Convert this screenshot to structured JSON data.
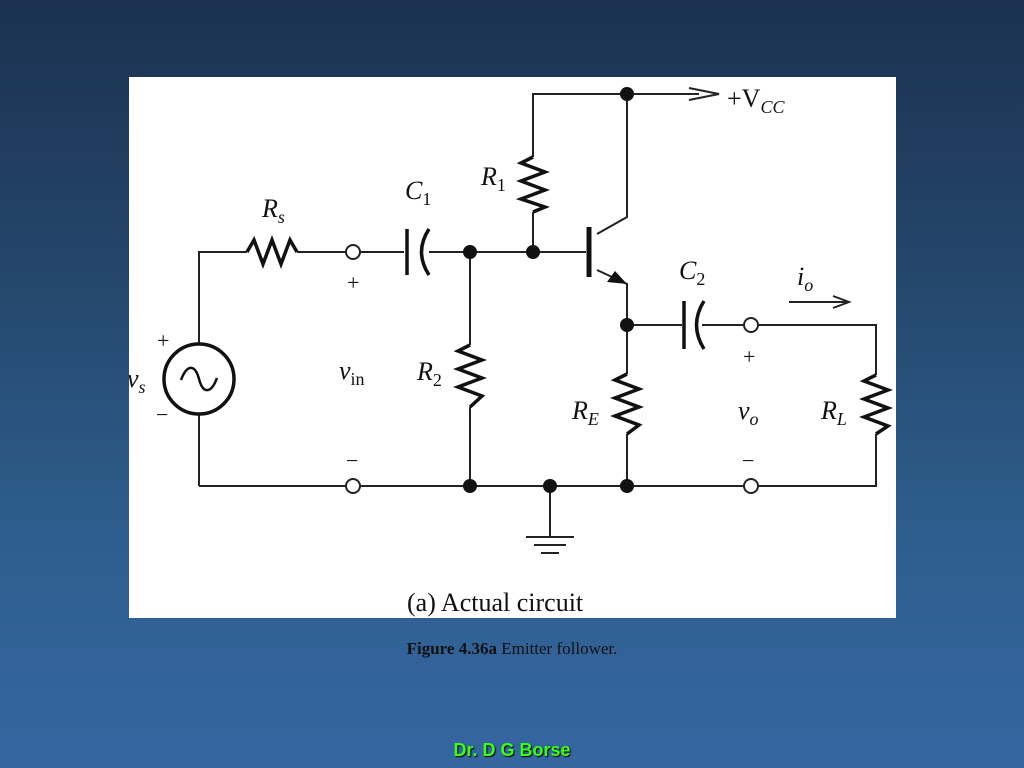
{
  "circuit": {
    "supply_label": "+V",
    "supply_sub": "CC",
    "rs_label": "R",
    "rs_sub": "s",
    "c1_label": "C",
    "c1_sub": "1",
    "r1_label": "R",
    "r1_sub": "1",
    "r2_label": "R",
    "r2_sub": "2",
    "c2_label": "C",
    "c2_sub": "2",
    "re_label": "R",
    "re_sub": "E",
    "rl_label": "R",
    "rl_sub": "L",
    "io_label": "i",
    "io_sub": "o",
    "vs_label": "v",
    "vs_sub": "s",
    "vin_label": "v",
    "vin_sub": "in",
    "vo_label": "v",
    "vo_sub": "o",
    "plus": "+",
    "minus": "−",
    "panel_caption": "(a) Actual circuit"
  },
  "caption": {
    "figure_number": "Figure 4.36a",
    "figure_text": " Emitter follower."
  },
  "footer": {
    "author": "Dr. D G Borse"
  }
}
